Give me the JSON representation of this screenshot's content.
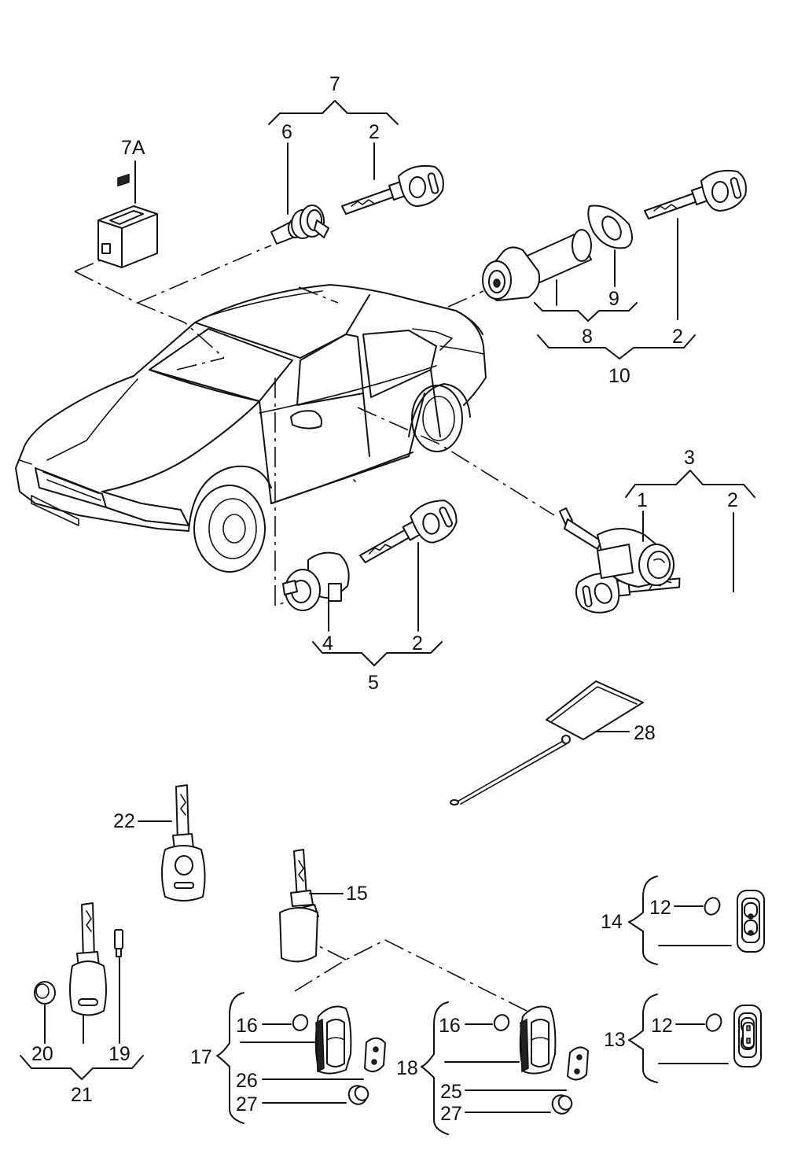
{
  "callouts": {
    "c1": "1",
    "c2a": "2",
    "c2b": "2",
    "c2c": "2",
    "c2d": "2",
    "c3": "3",
    "c4": "4",
    "c5": "5",
    "c6": "6",
    "c7": "7",
    "c7a": "7A",
    "c8": "8",
    "c9": "9",
    "c10": "10",
    "c12a": "12",
    "c12b": "12",
    "c13": "13",
    "c14": "14",
    "c15": "15",
    "c16a": "16",
    "c16b": "16",
    "c17": "17",
    "c18": "18",
    "c19": "19",
    "c20": "20",
    "c21": "21",
    "c22": "22",
    "c25": "25",
    "c26": "26",
    "c27a": "27",
    "c27b": "27",
    "c28": "28"
  },
  "parts": {
    "vehicle": "car-body",
    "ignition_switch": "ignition-lock-switch",
    "lock_cylinders": [
      "trunk-lock-cylinder",
      "door-lock-cylinder",
      "glovebox-lock-cylinder",
      "tank-lock-cylinder"
    ],
    "keys": [
      "key",
      "remote-key",
      "folding-key"
    ],
    "label_tag": "key-code-tag"
  },
  "colors": {
    "line": "#111111",
    "background": "#ffffff"
  }
}
